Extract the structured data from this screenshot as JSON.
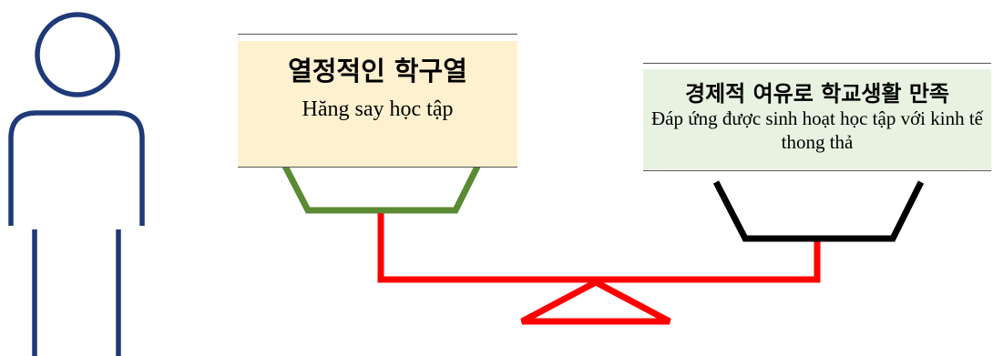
{
  "left_label": {
    "title": "열정적인 학구열",
    "subtitle": "Hăng say học tập",
    "fill": "#fdf1cf"
  },
  "right_label": {
    "title": "경제적 여유로 학교생활 만족",
    "subtitle": "Đáp ứng được sinh hoạt học tập với kinh tế thong thả",
    "fill": "#e8f2e1"
  },
  "colors": {
    "person": "#1f3a78",
    "left_pan": "#5a8a34",
    "right_pan": "#000000",
    "beam": "#ff0000"
  },
  "icons": [
    "person-outline-icon",
    "seesaw-scale-icon"
  ]
}
